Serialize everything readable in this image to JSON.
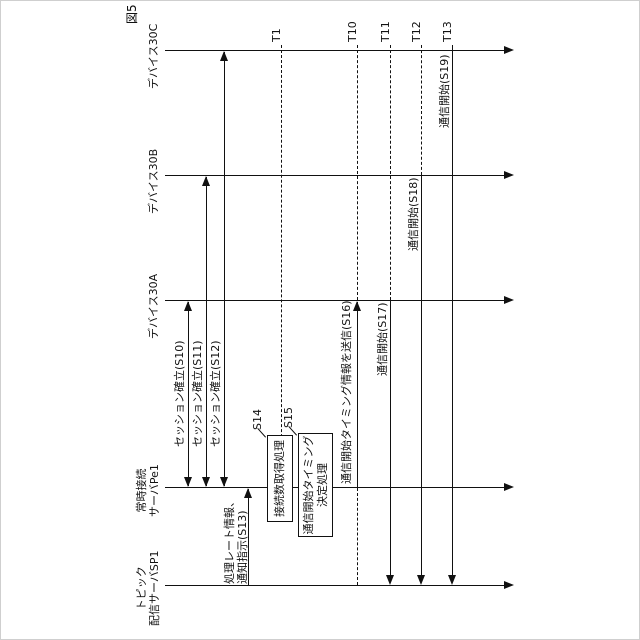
{
  "figure": {
    "caption": "図5"
  },
  "participants": [
    {
      "label": "デバイス30C"
    },
    {
      "label": "デバイス30B"
    },
    {
      "label": "デバイス30A"
    },
    {
      "label": "常時接続\nサーバPe1"
    },
    {
      "label": "トピック\n配信サーバSP1"
    }
  ],
  "timeline": {
    "t1": "T1",
    "t10": "T10",
    "t11": "T11",
    "t12": "T12",
    "t13": "T13"
  },
  "messages": {
    "s10": "セッション確立(S10)",
    "s11": "セッション確立(S11)",
    "s12": "セッション確立(S12)",
    "s13": "処理レート情報、\n通知指示(S13)",
    "s16": "通信開始タイミング情報を送信(S16)",
    "s17": "通信開始(S17)",
    "s18": "通信開始(S18)",
    "s19": "通信開始(S19)"
  },
  "processes": {
    "s14": {
      "id": "S14",
      "text": "接続数取得処理"
    },
    "s15": {
      "id": "S15",
      "text": "通信開始タイミング\n決定処理"
    }
  }
}
